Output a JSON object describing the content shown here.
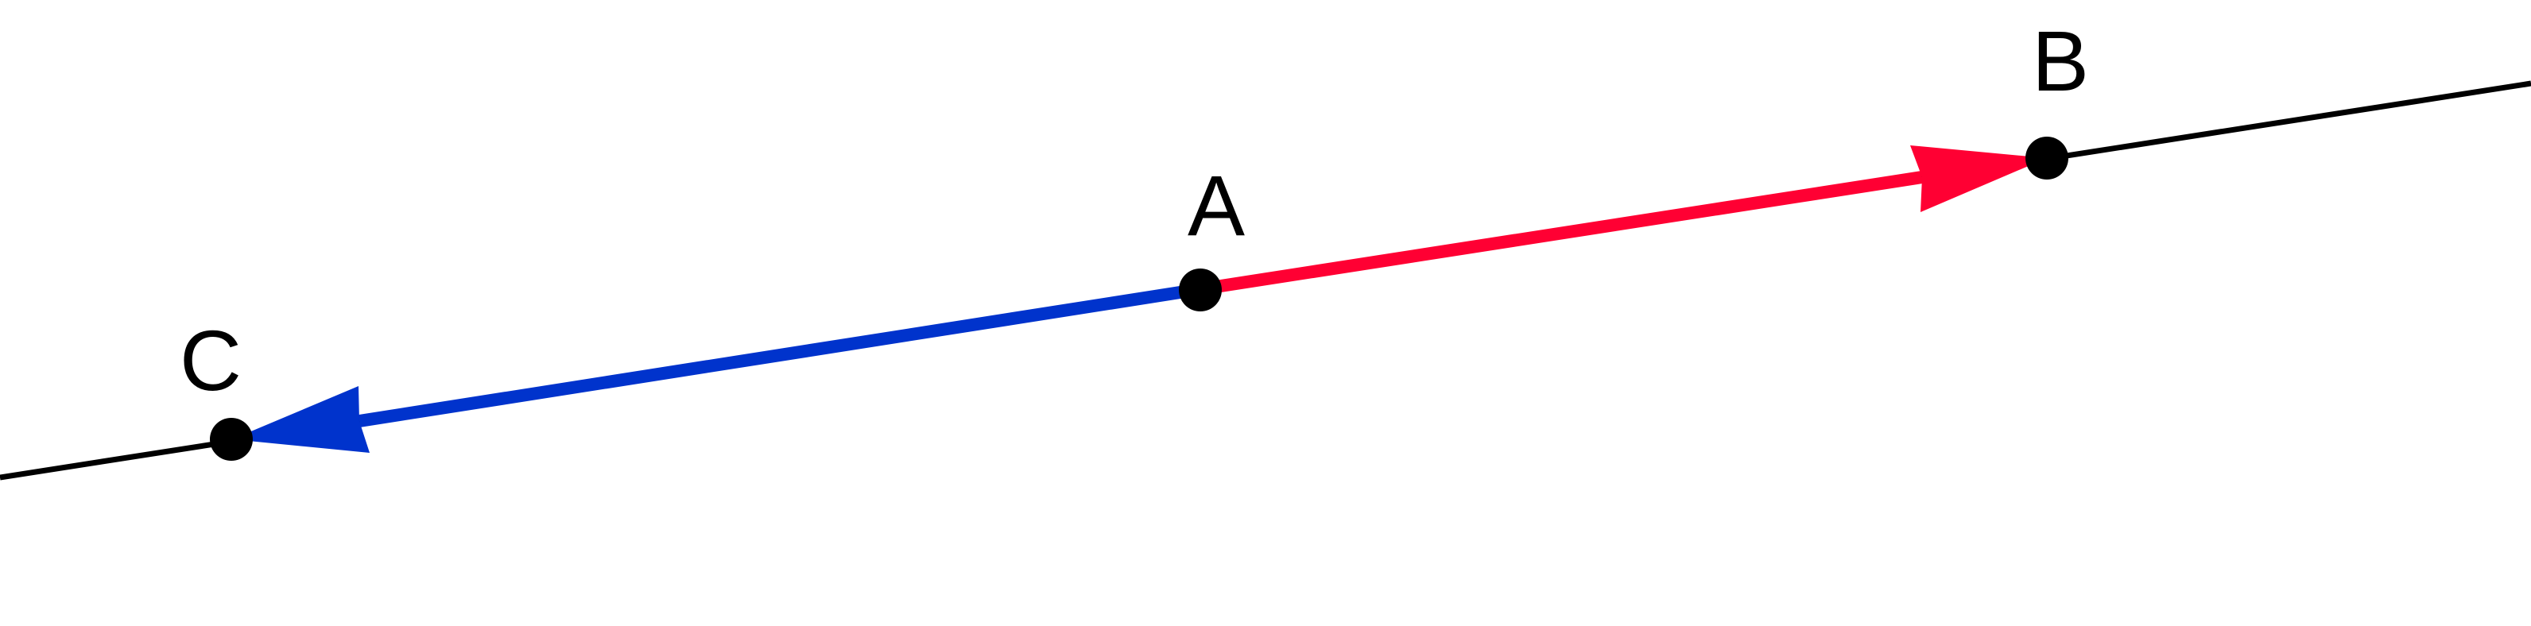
{
  "diagram": {
    "points": {
      "A": {
        "label": "A"
      },
      "B": {
        "label": "B"
      },
      "C": {
        "label": "C"
      }
    },
    "line": {
      "color": "#000000"
    },
    "vectors": [
      {
        "from": "A",
        "to": "B",
        "color": "#ff0033"
      },
      {
        "from": "A",
        "to": "C",
        "color": "#0033cc"
      }
    ],
    "point_color": "#000000"
  }
}
